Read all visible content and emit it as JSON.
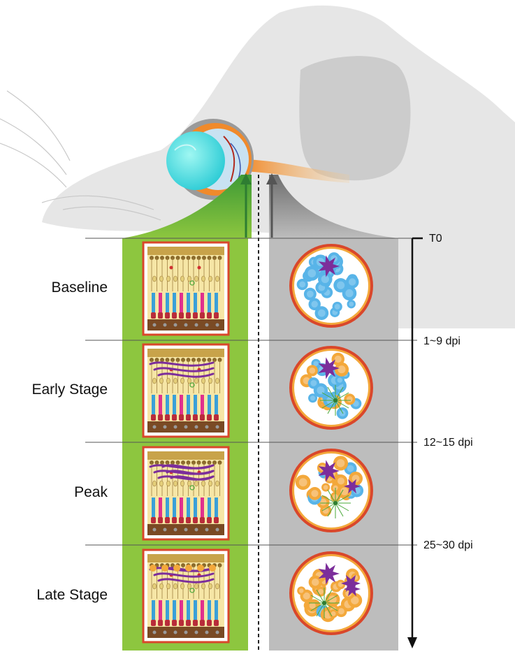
{
  "stages": [
    {
      "label": "Baseline"
    },
    {
      "label": "Early Stage"
    },
    {
      "label": "Peak"
    },
    {
      "label": "Late Stage"
    }
  ],
  "timeline": {
    "points": [
      "T0",
      "1~9 dpi",
      "12~15 dpi",
      "25~30 dpi"
    ]
  },
  "colors": {
    "retina_column": "#8dc63f",
    "nerve_column": "#bdbdbd",
    "head": "#e6e6e6",
    "frame": "#d9472b",
    "astro_cell": "#58b4e8",
    "demyelinated": "#f3a83b",
    "microglia": "#7c2e9b",
    "axis": "#111111"
  }
}
